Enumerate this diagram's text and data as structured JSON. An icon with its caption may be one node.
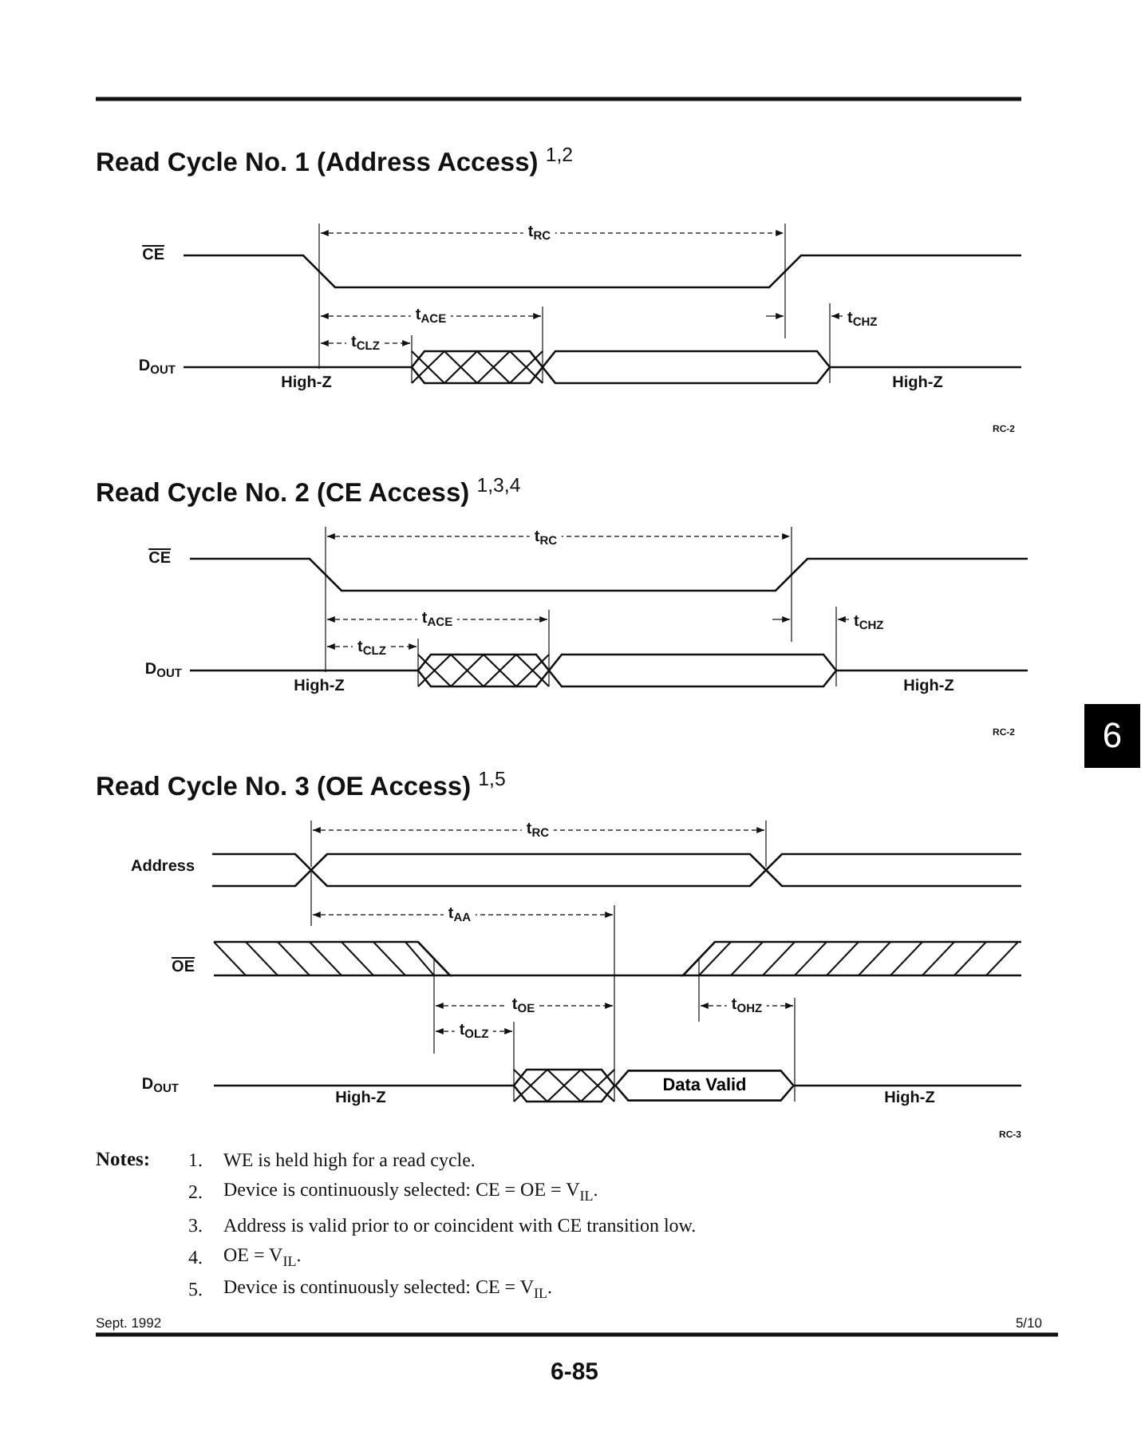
{
  "diagram": {
    "nodes": [
      {
        "text": [
          "Data Valid"
        ]
      }
    ],
    "labels": [
      "Read Cycle No. 1 (Address Access) $^{1,2}$",
      "t$_{RC}$",
      "CE",
      "t$_{ACE}$",
      "t$_{CHZ}$",
      "t$_{CLZ}$",
      "D$_{OUT}$",
      "High-Z",
      "High-Z",
      "RC-2",
      "Read Cycle No. 2 (CE Access) $^{1,3,4}$",
      "t$_{RC}$",
      "CE",
      "t$_{ACE}$",
      "t$_{CHZ}$",
      "t$_{CLZ}$",
      "D$_{OUT}$",
      "High-Z",
      "High-Z",
      "RC-2",
      "6",
      "Read Cycle No. 3 (OE Access) $^{1,5}$",
      "t$_{RC}$",
      "Address",
      "t$_{AA}$",
      "OE",
      "t$_{OE}$",
      "t$_{OHZ}$",
      "t$_{OLZ}$",
      "D$_{OUT}$",
      "High-Z",
      "High-Z",
      "RC-3",
      "Notes:",
      "1.",
      "WE is held high for a read cycle.",
      "2.",
      "Device is continuously selected:  CE = OE = V$_{IL}$.",
      "3.",
      "Address is valid prior to or coincident with CE transition low.",
      "4.",
      "OE = V$_{IL}$.",
      "5.",
      "Device is continuously selected:  CE = V$_{IL}$.",
      "Sept. 1992",
      "5/10",
      "6-85"
    ]
  }
}
